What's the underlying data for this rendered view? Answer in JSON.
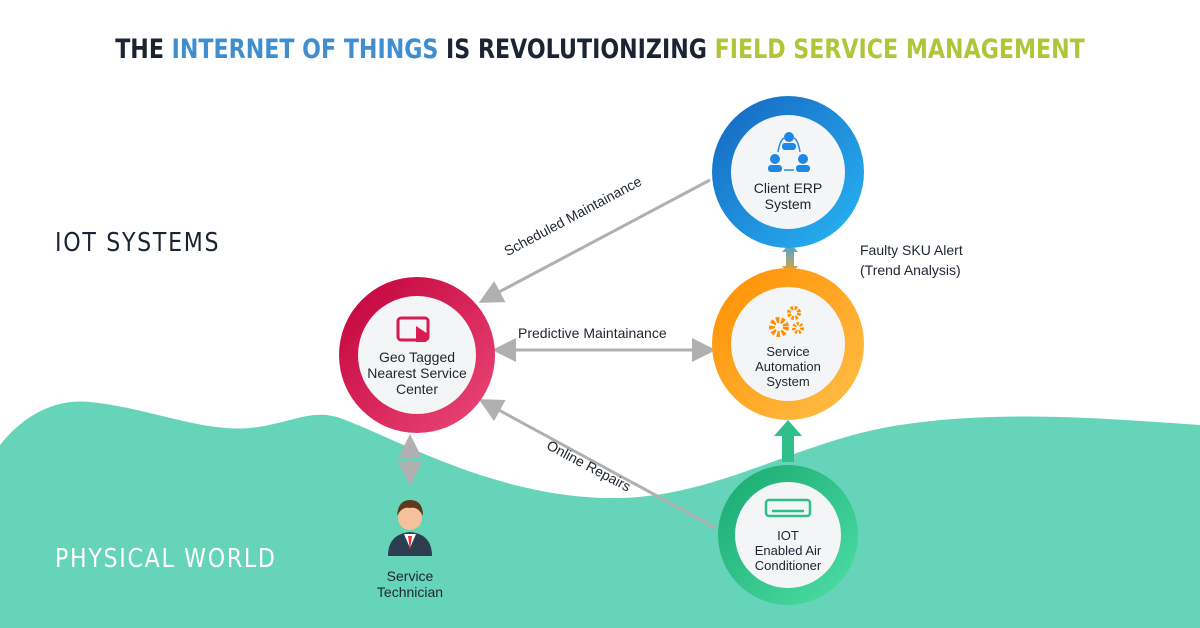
{
  "title": {
    "part1": "THE ",
    "part2": "INTERNET OF THINGS",
    "part3": " IS REVOLUTIONIZING ",
    "part4": "FIELD SERVICE MANAGEMENT"
  },
  "zones": {
    "top": "IOT SYSTEMS",
    "bottom": "PHYSICAL WORLD"
  },
  "nodes": {
    "erp": {
      "line1": "Client ERP",
      "line2": "System"
    },
    "automation": {
      "line1": "Service",
      "line2": "Automation",
      "line3": "System"
    },
    "geo": {
      "line1": "Geo Tagged",
      "line2": "Nearest Service",
      "line3": "Center"
    },
    "ac": {
      "line1": "IOT",
      "line2": "Enabled Air",
      "line3": "Conditioner"
    },
    "technician": {
      "line1": "Service",
      "line2": "Technician"
    }
  },
  "edges": {
    "scheduled": "Scheduled Maintainance",
    "predictive": "Predictive Maintainance",
    "online": "Online Repairs",
    "faulty1": "Faulty SKU Alert",
    "faulty2": "(Trend Analysis)"
  },
  "colors": {
    "blue": "#1e88e5",
    "orange": "#ffa020",
    "pink": "#d81b50",
    "green": "#2fc48f",
    "wave": "#66d4b8"
  }
}
